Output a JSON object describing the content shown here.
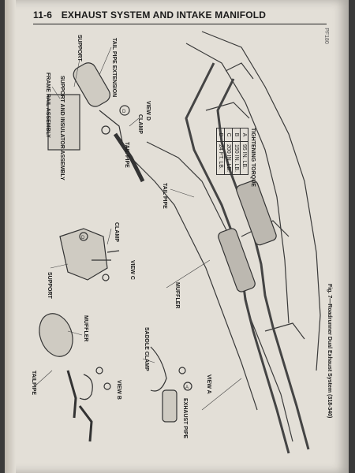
{
  "header": {
    "page_number": "11-6",
    "title": "EXHAUST SYSTEM AND INTAKE MANIFOLD"
  },
  "stamp": "PF180",
  "labels": {
    "tail_pipe_extension": "TAIL PIPE EXTENSION",
    "support_top": "SUPPORT",
    "frame_rail_assembly": "FRAME RAIL ASSEMBLY",
    "support_and_insulator": "SUPPORT AND INSULATOR ASSEMBLY",
    "clamp_d": "CLAMP",
    "tail_pipe_d": "TAIL PIPE",
    "view_d": "VIEW D",
    "tail_pipe_main": "TAIL PIPE",
    "clamp_c": "CLAMP",
    "support_c": "SUPPORT",
    "view_c": "VIEW C",
    "muffler_main": "MUFFLER",
    "tailpipe_b": "TAILPIPE",
    "muffler_b": "MUFFLER",
    "view_b": "VIEW B",
    "saddle_clamp": "SADDLE CLAMP",
    "view_a": "VIEW A",
    "exhaust_pipe": "EXHAUST PIPE"
  },
  "torque": {
    "title": "TIGHTENING TORQUE",
    "rows": [
      {
        "key": "A",
        "value": "95 IN. LB."
      },
      {
        "key": "B",
        "value": "150 IN. LB."
      },
      {
        "key": "C",
        "value": "200 IN. LB."
      },
      {
        "key": "D",
        "value": "24 FT. LB."
      }
    ]
  },
  "caption": "Fig. 7—Roadrunner Dual Exhaust System (318-340)"
}
